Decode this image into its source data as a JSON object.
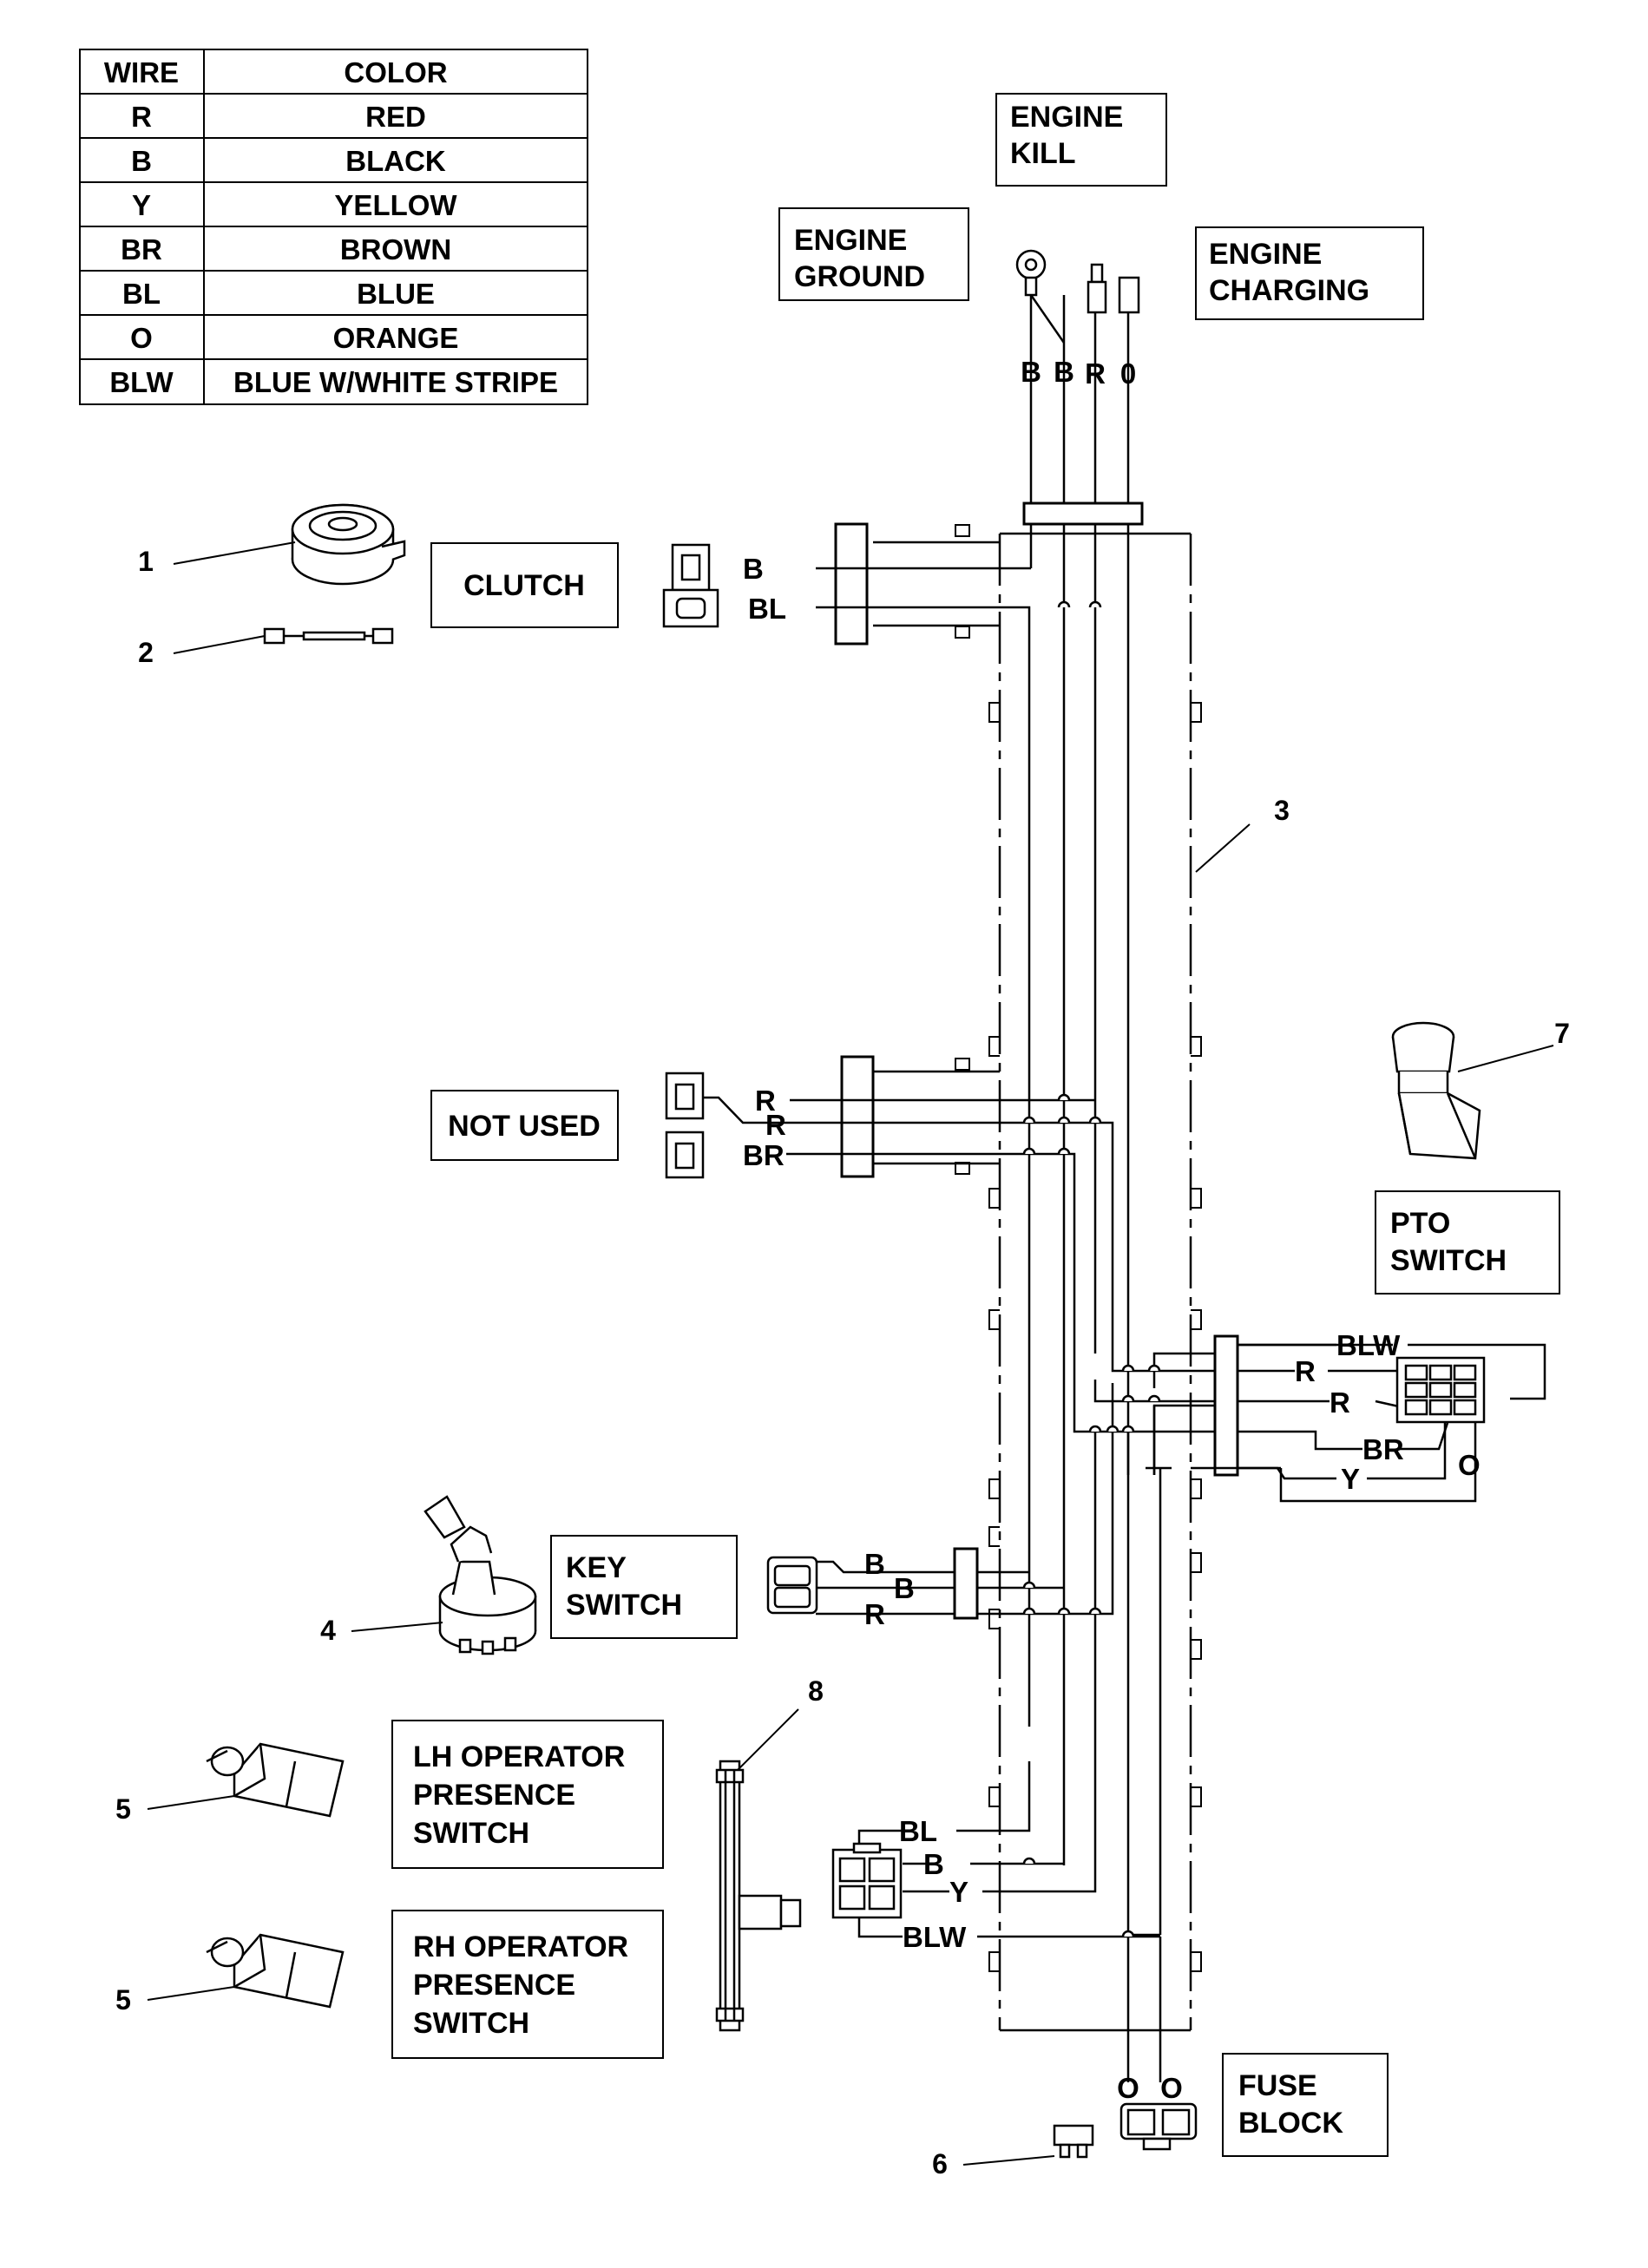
{
  "legend": {
    "headers": {
      "wire": "WIRE",
      "color": "COLOR"
    },
    "rows": [
      {
        "code": "R",
        "color": "RED"
      },
      {
        "code": "B",
        "color": "BLACK"
      },
      {
        "code": "Y",
        "color": "YELLOW"
      },
      {
        "code": "BR",
        "color": "BROWN"
      },
      {
        "code": "BL",
        "color": "BLUE"
      },
      {
        "code": "O",
        "color": "ORANGE"
      },
      {
        "code": "BLW",
        "color": "BLUE W/WHITE STRIPE"
      }
    ]
  },
  "components": {
    "engine_kill": [
      "ENGINE",
      "KILL"
    ],
    "engine_ground": [
      "ENGINE",
      "GROUND"
    ],
    "engine_charging": [
      "ENGINE",
      "CHARGING"
    ],
    "clutch": "CLUTCH",
    "not_used": "NOT USED",
    "pto_switch": [
      "PTO",
      "SWITCH"
    ],
    "key_switch": [
      "KEY",
      "SWITCH"
    ],
    "lh_operator": [
      "LH OPERATOR",
      "PRESENCE",
      "SWITCH"
    ],
    "rh_operator": [
      "RH OPERATOR",
      "PRESENCE",
      "SWITCH"
    ],
    "fuse_block": [
      "FUSE",
      "BLOCK"
    ]
  },
  "callouts": [
    "1",
    "2",
    "3",
    "4",
    "5",
    "5",
    "6",
    "7",
    "8"
  ],
  "wires": {
    "top": [
      "B",
      "B",
      "R",
      "0"
    ],
    "clutch": [
      "B",
      "BL"
    ],
    "not_used": [
      "R",
      "R",
      "BR"
    ],
    "pto": [
      "BLW",
      "R",
      "R",
      "BR",
      "Y",
      "O"
    ],
    "key": [
      "B",
      "B",
      "R"
    ],
    "operator": [
      "BL",
      "B",
      "Y",
      "BLW"
    ],
    "fuse": [
      "O",
      "O"
    ]
  }
}
